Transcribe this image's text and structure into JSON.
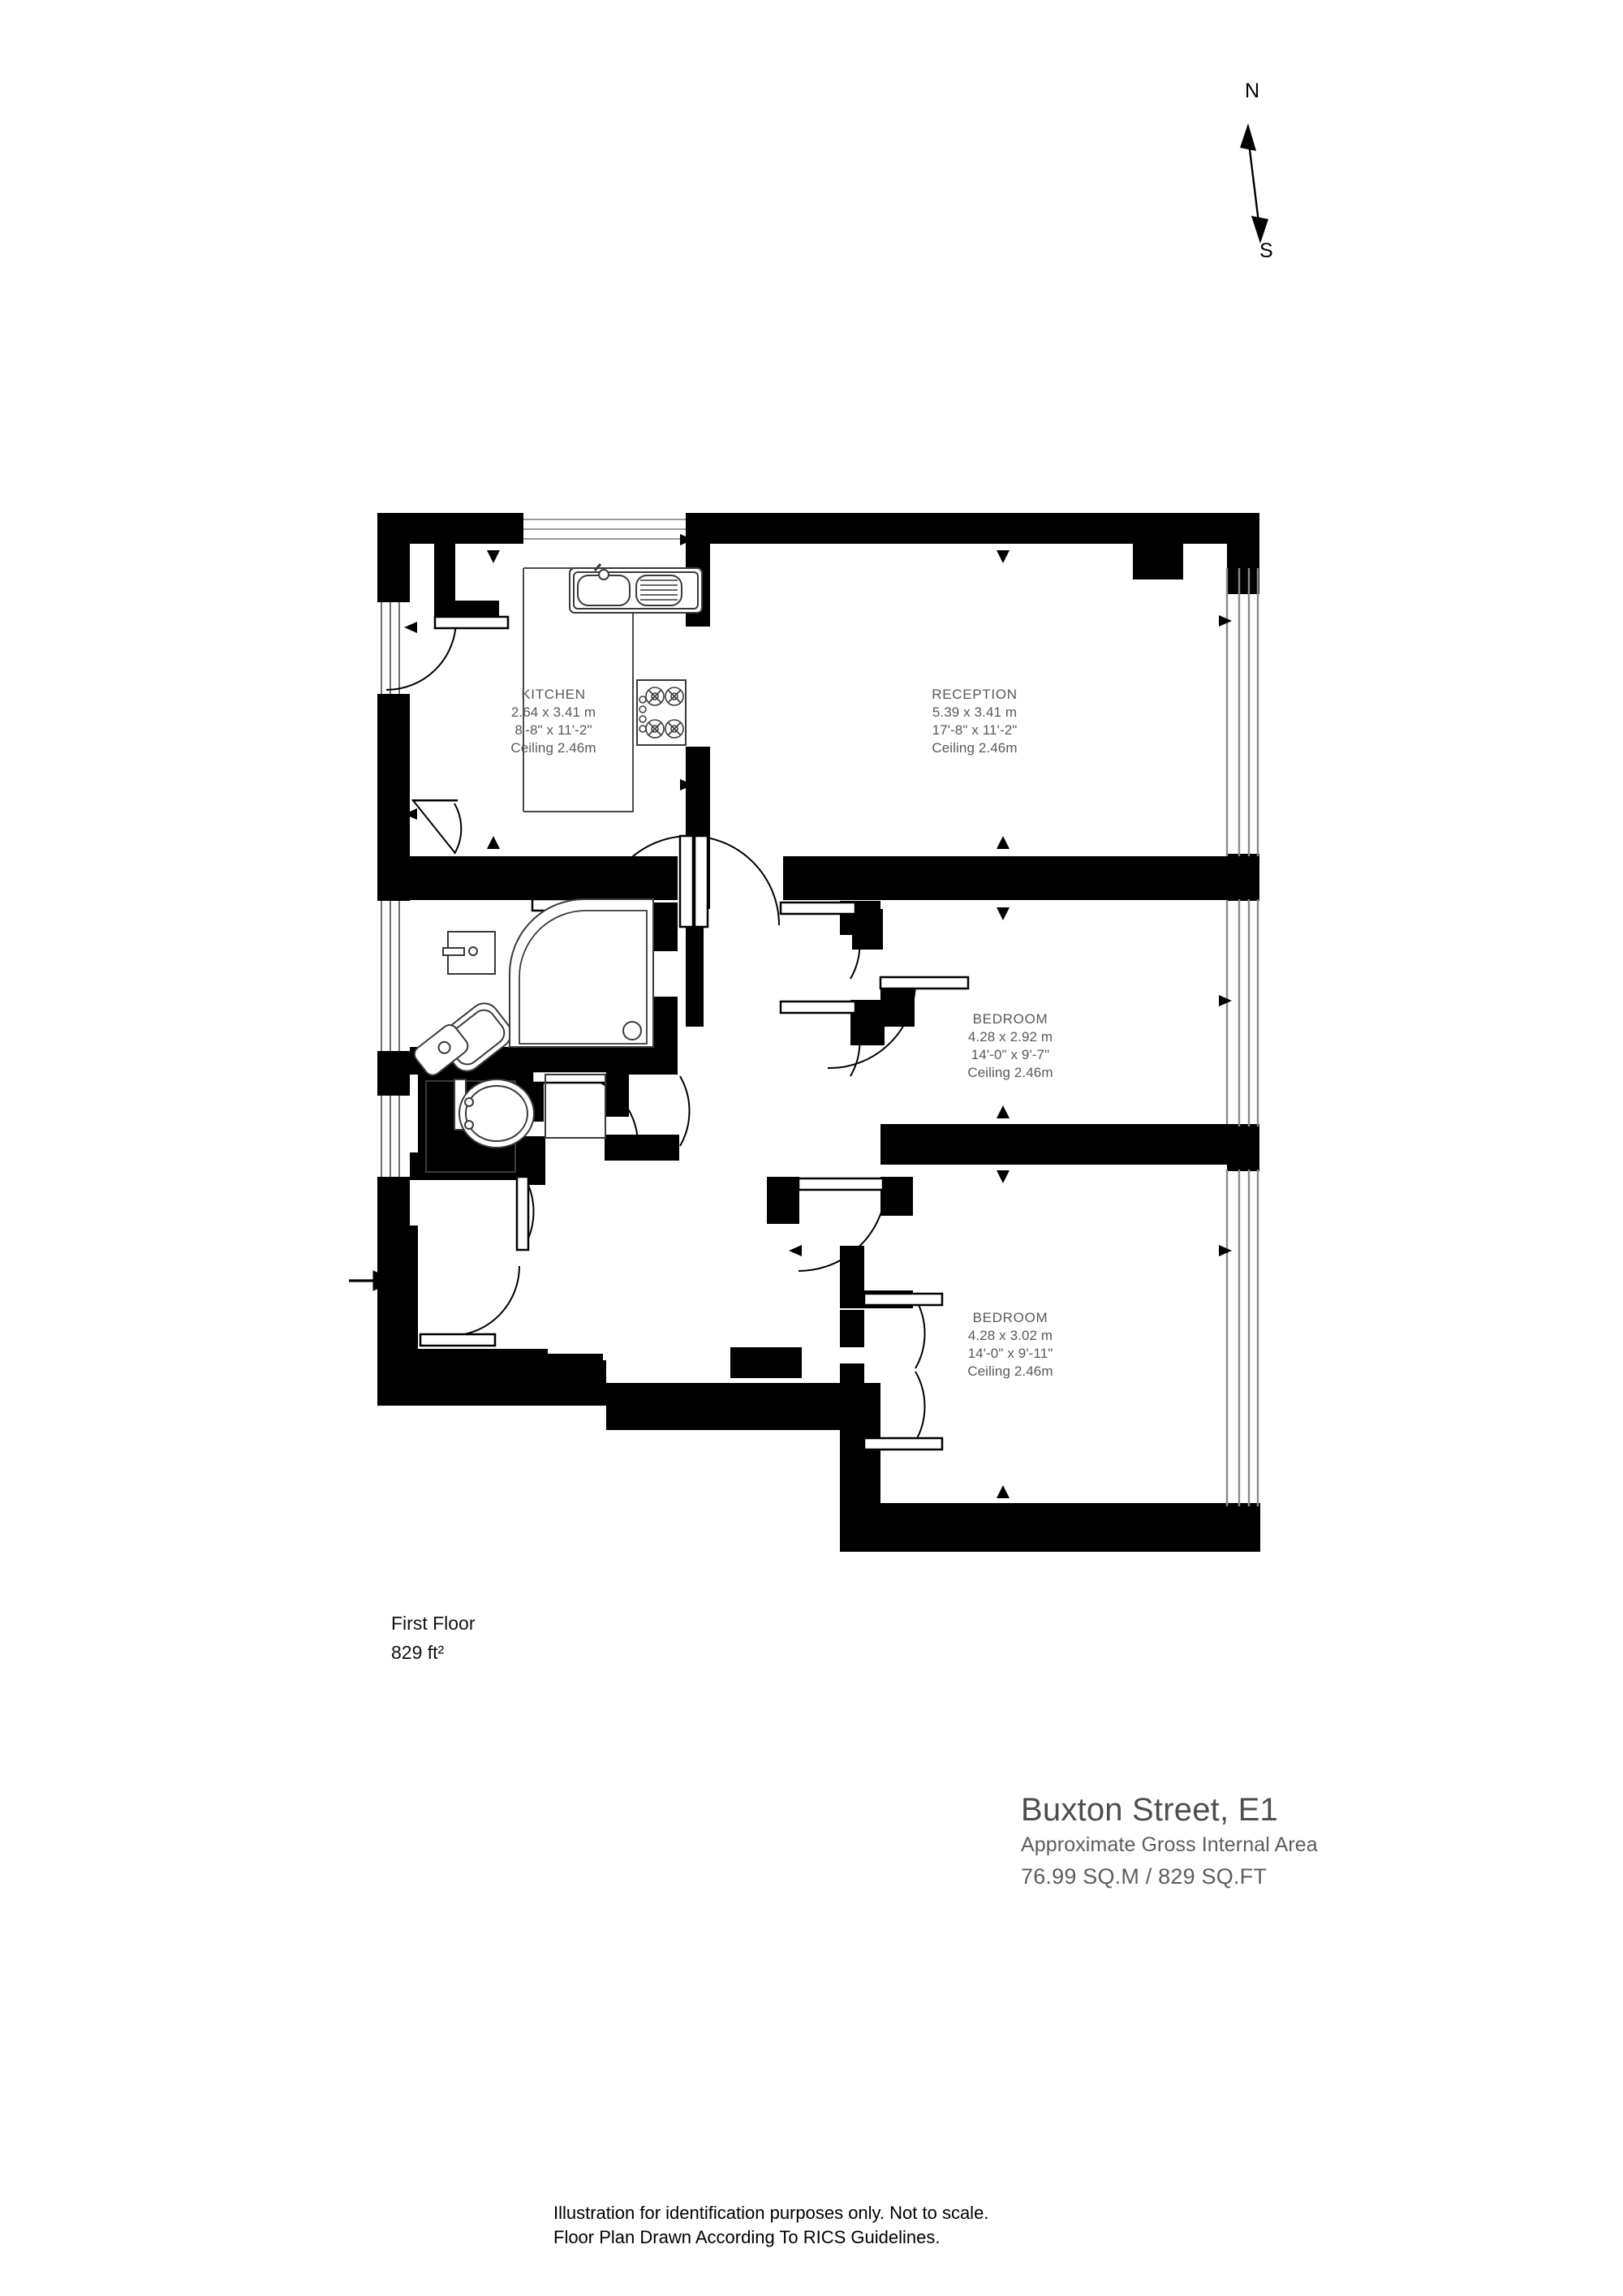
{
  "document": {
    "type": "floor-plan",
    "orientation_marker": {
      "north_label": "N",
      "south_label": "S"
    }
  },
  "rooms": [
    {
      "id": "kitchen",
      "name": "KITCHEN",
      "dim_metric": "2.64 x 3.41 m",
      "dim_imperial": "8'-8\" x 11'-2\"",
      "ceiling": "Ceiling 2.46m"
    },
    {
      "id": "reception",
      "name": "RECEPTION",
      "dim_metric": "5.39 x 3.41 m",
      "dim_imperial": "17'-8\" x 11'-2\"",
      "ceiling": "Ceiling 2.46m"
    },
    {
      "id": "bedroom-1",
      "name": "BEDROOM",
      "dim_metric": "4.28 x 2.92 m",
      "dim_imperial": "14'-0\" x 9'-7\"",
      "ceiling": "Ceiling 2.46m"
    },
    {
      "id": "bedroom-2",
      "name": "BEDROOM",
      "dim_metric": "4.28 x 3.02 m",
      "dim_imperial": "14'-0\" x 9'-11\"",
      "ceiling": "Ceiling 2.46m"
    }
  ],
  "floor": {
    "label": "First Floor",
    "area": "829 ft²"
  },
  "title": {
    "address": "Buxton Street, E1",
    "subtitle": "Approximate Gross Internal Area",
    "area_line": "76.99 SQ.M / 829 SQ.FT"
  },
  "footer": {
    "line1": "Illustration for identification purposes only. Not to scale.",
    "line2": "Floor Plan Drawn According To RICS Guidelines."
  },
  "colors": {
    "wall": "#000000",
    "label_text": "#58595b",
    "title_text": "#5c5d5f",
    "footer_text": "#000000",
    "background": "#ffffff"
  }
}
